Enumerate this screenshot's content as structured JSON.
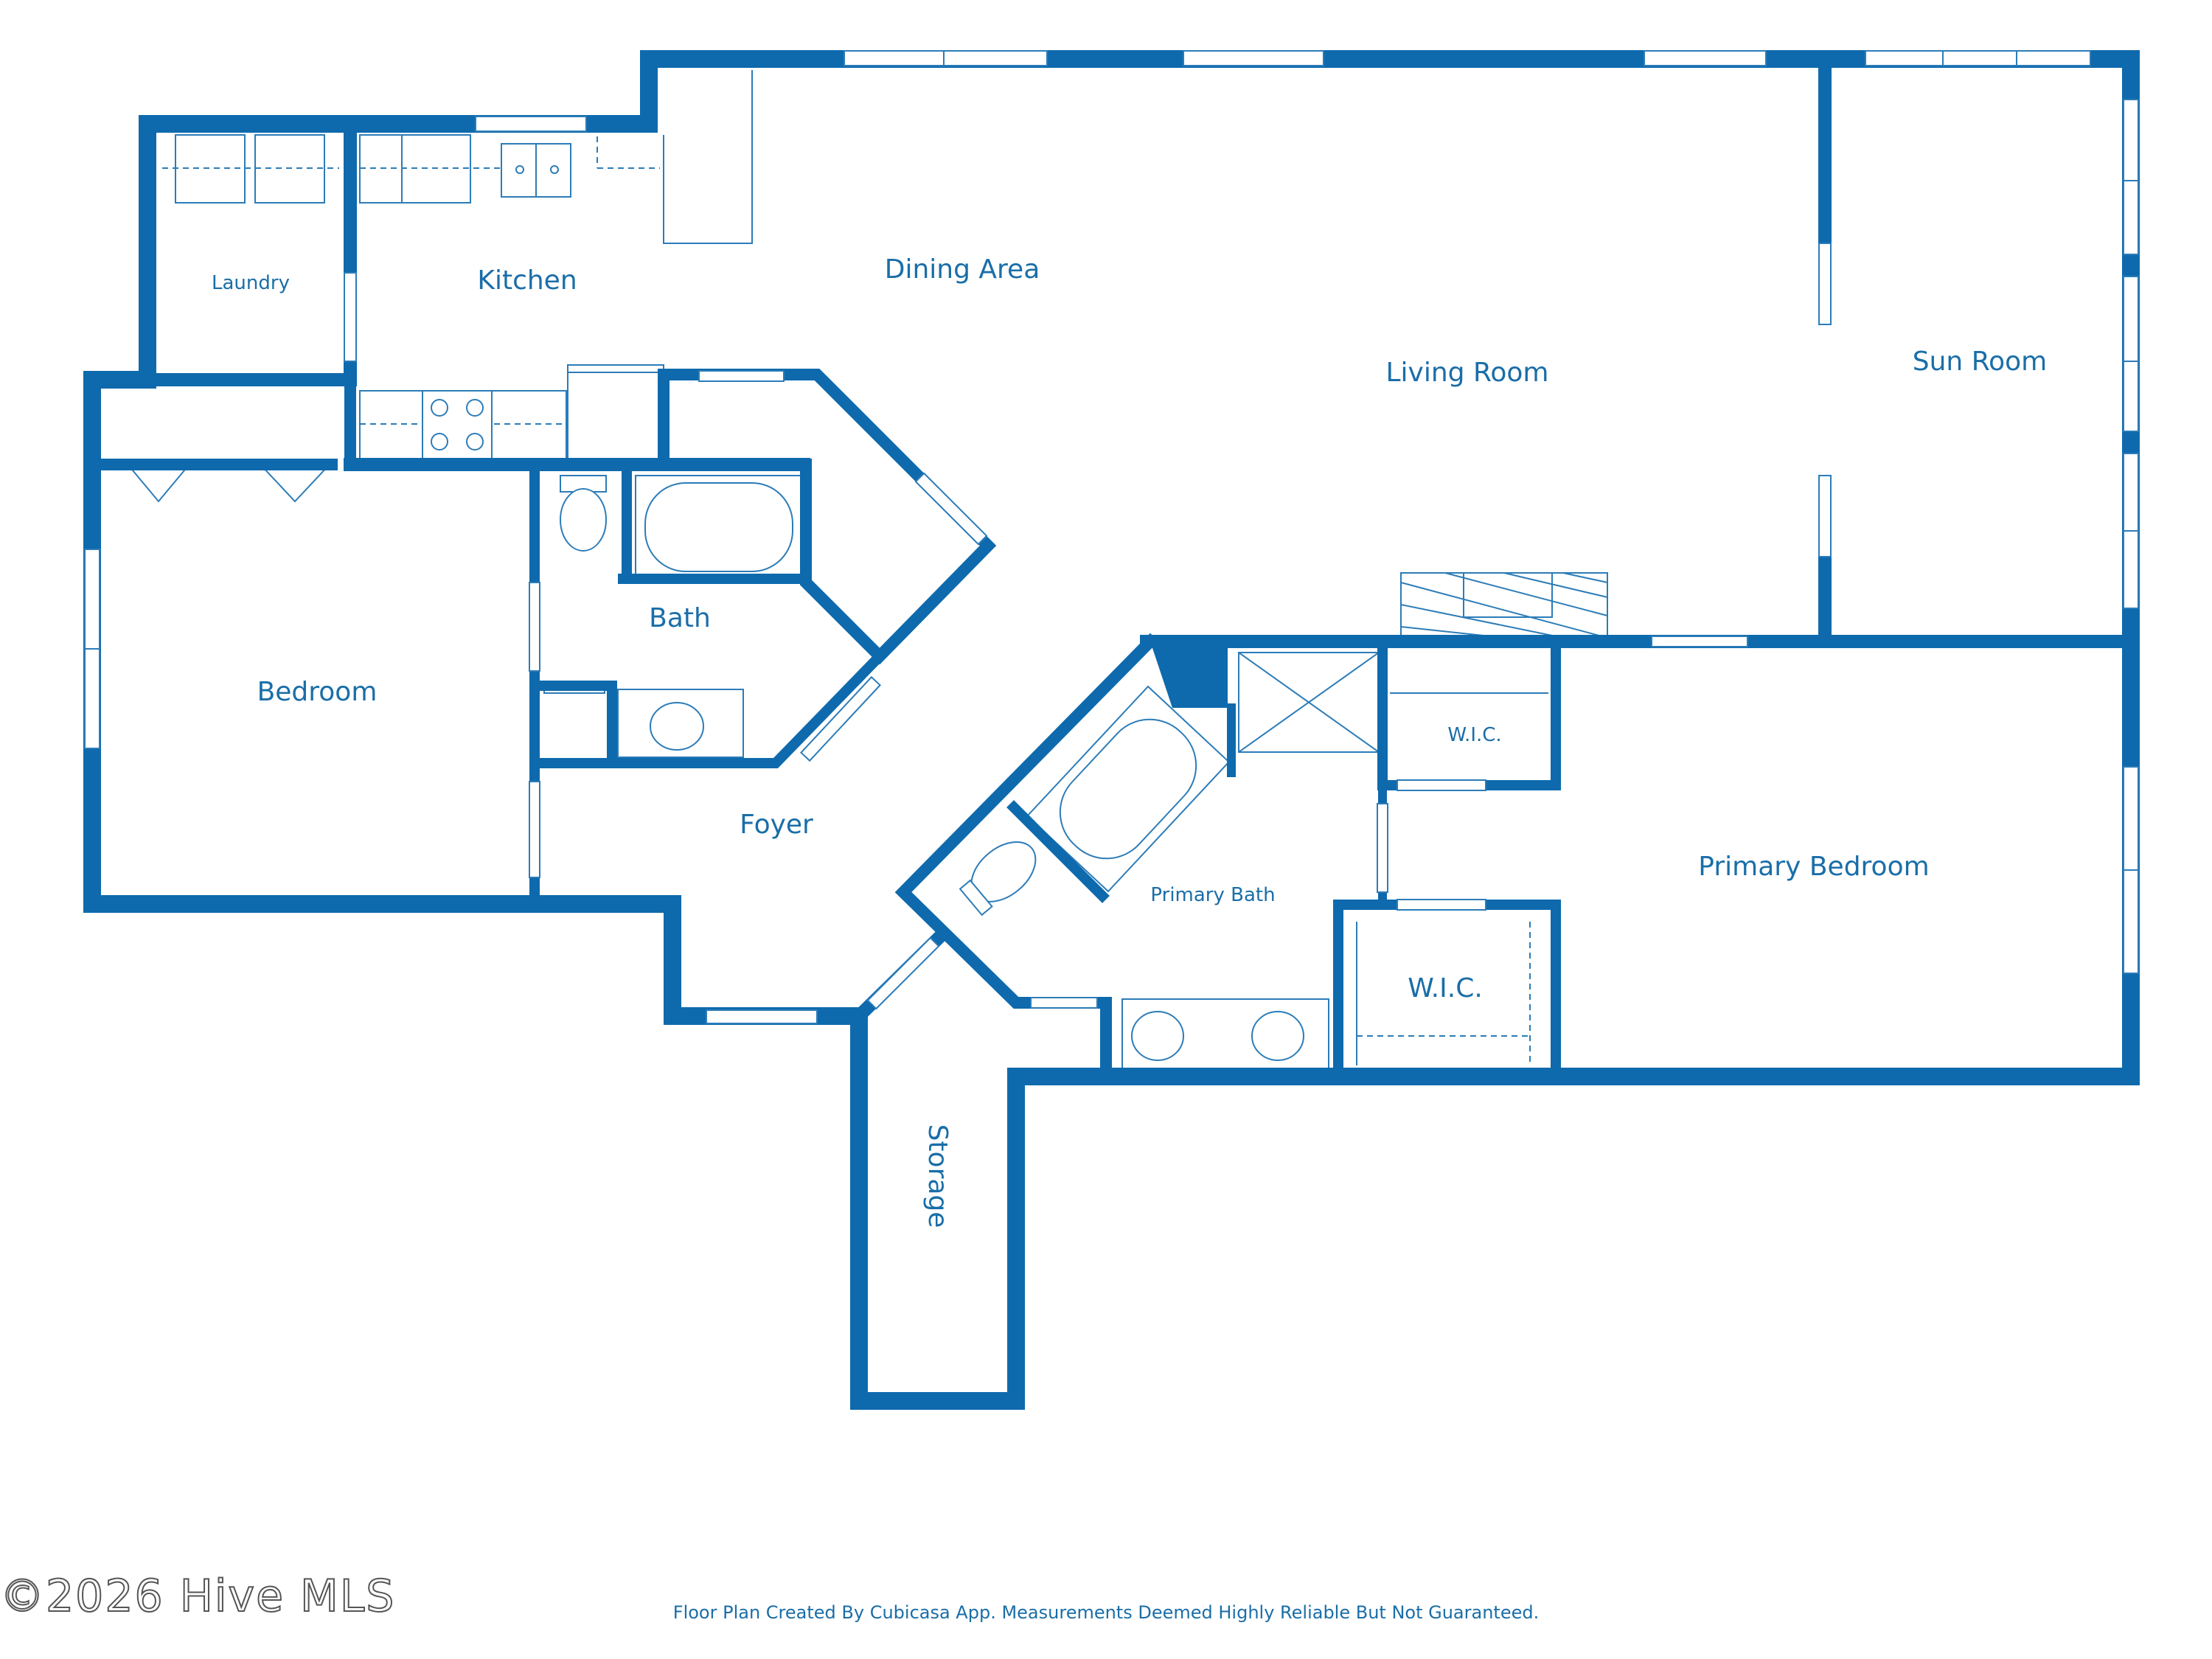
{
  "plan": {
    "colors": {
      "wall": "#0e6aad",
      "label": "#1a6ea8",
      "background": "#ffffff"
    },
    "rooms": {
      "laundry": "Laundry",
      "kitchen": "Kitchen",
      "dining_area": "Dining Area",
      "living_room": "Living Room",
      "sun_room": "Sun Room",
      "bedroom": "Bedroom",
      "bath": "Bath",
      "foyer": "Foyer",
      "primary_bath": "Primary Bath",
      "wic_upper": "W.I.C.",
      "wic_lower": "W.I.C.",
      "primary_bedroom": "Primary Bedroom",
      "storage": "Storage"
    }
  },
  "watermark": "©2026 Hive MLS",
  "footer": "Floor Plan Created By Cubicasa App. Measurements Deemed Highly Reliable But Not Guaranteed."
}
